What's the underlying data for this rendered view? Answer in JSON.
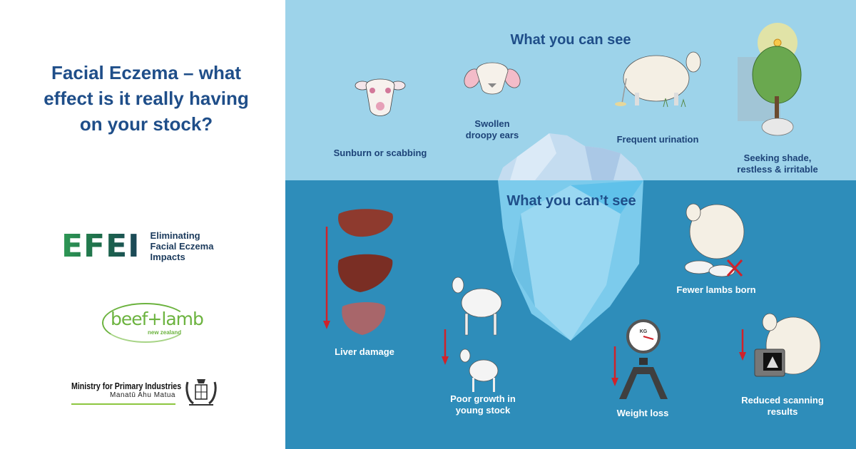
{
  "title": {
    "line1": "Facial Eczema – what",
    "line2": "effect is it really having",
    "line3": "on your stock?"
  },
  "logos": {
    "efei": {
      "mark": "EFEI",
      "line1": "Eliminating",
      "line2": "Facial Eczema",
      "line3": "Impacts"
    },
    "beef_lamb": {
      "name": "beef+lamb",
      "sub": "new zealand"
    },
    "mpi": {
      "name": "Ministry for Primary Industries",
      "sub": "Manatū Ahu Matua"
    }
  },
  "above": {
    "heading": "What you can see",
    "items": [
      {
        "label": "Sunburn or scabbing"
      },
      {
        "label_1": "Swollen",
        "label_2": "droopy ears"
      },
      {
        "label": "Frequent urination"
      },
      {
        "label_1": "Seeking shade,",
        "label_2": "restless & irritable"
      }
    ]
  },
  "below": {
    "heading": "What you can’t see",
    "items": [
      {
        "label": "Liver damage"
      },
      {
        "label_1": "Poor growth in",
        "label_2": "young stock"
      },
      {
        "label": "Fewer lambs born"
      },
      {
        "label": "Weight loss",
        "scale_unit": "KG"
      },
      {
        "label_1": "Reduced scanning",
        "label_2": "results"
      }
    ]
  },
  "colors": {
    "sky": "#9dd3ea",
    "water": "#2e8dba",
    "heading": "#1f4e89",
    "arrow": "#d0222a"
  }
}
